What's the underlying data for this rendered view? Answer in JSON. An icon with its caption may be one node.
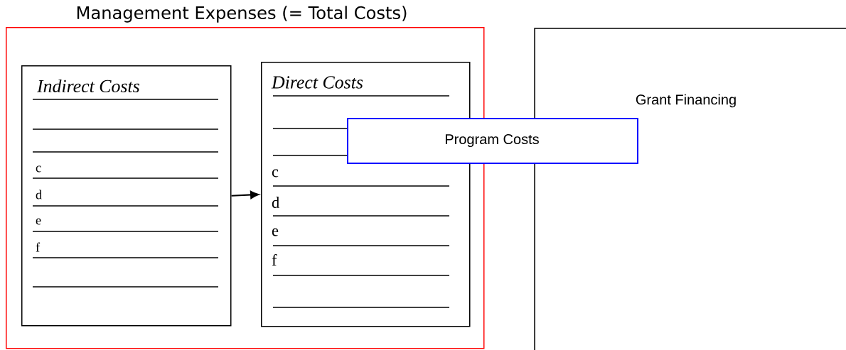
{
  "diagram": {
    "nodes": [
      {
        "text": [
          "Management Expenses  (= Total Costs)"
        ]
      },
      {
        "text": [
          "Indirect Costs",
          "c",
          "d",
          "e",
          "f"
        ],
        "in": 0
      },
      {
        "text": [
          "Direct Costs",
          "c",
          "d",
          "e",
          "f"
        ],
        "in": 0
      },
      {
        "text": [
          "Program Costs"
        ]
      },
      {
        "text": [
          "Grant Financing"
        ]
      }
    ],
    "edges": [
      {
        "from": 1,
        "to": 2,
        "arrow": "to"
      }
    ]
  }
}
